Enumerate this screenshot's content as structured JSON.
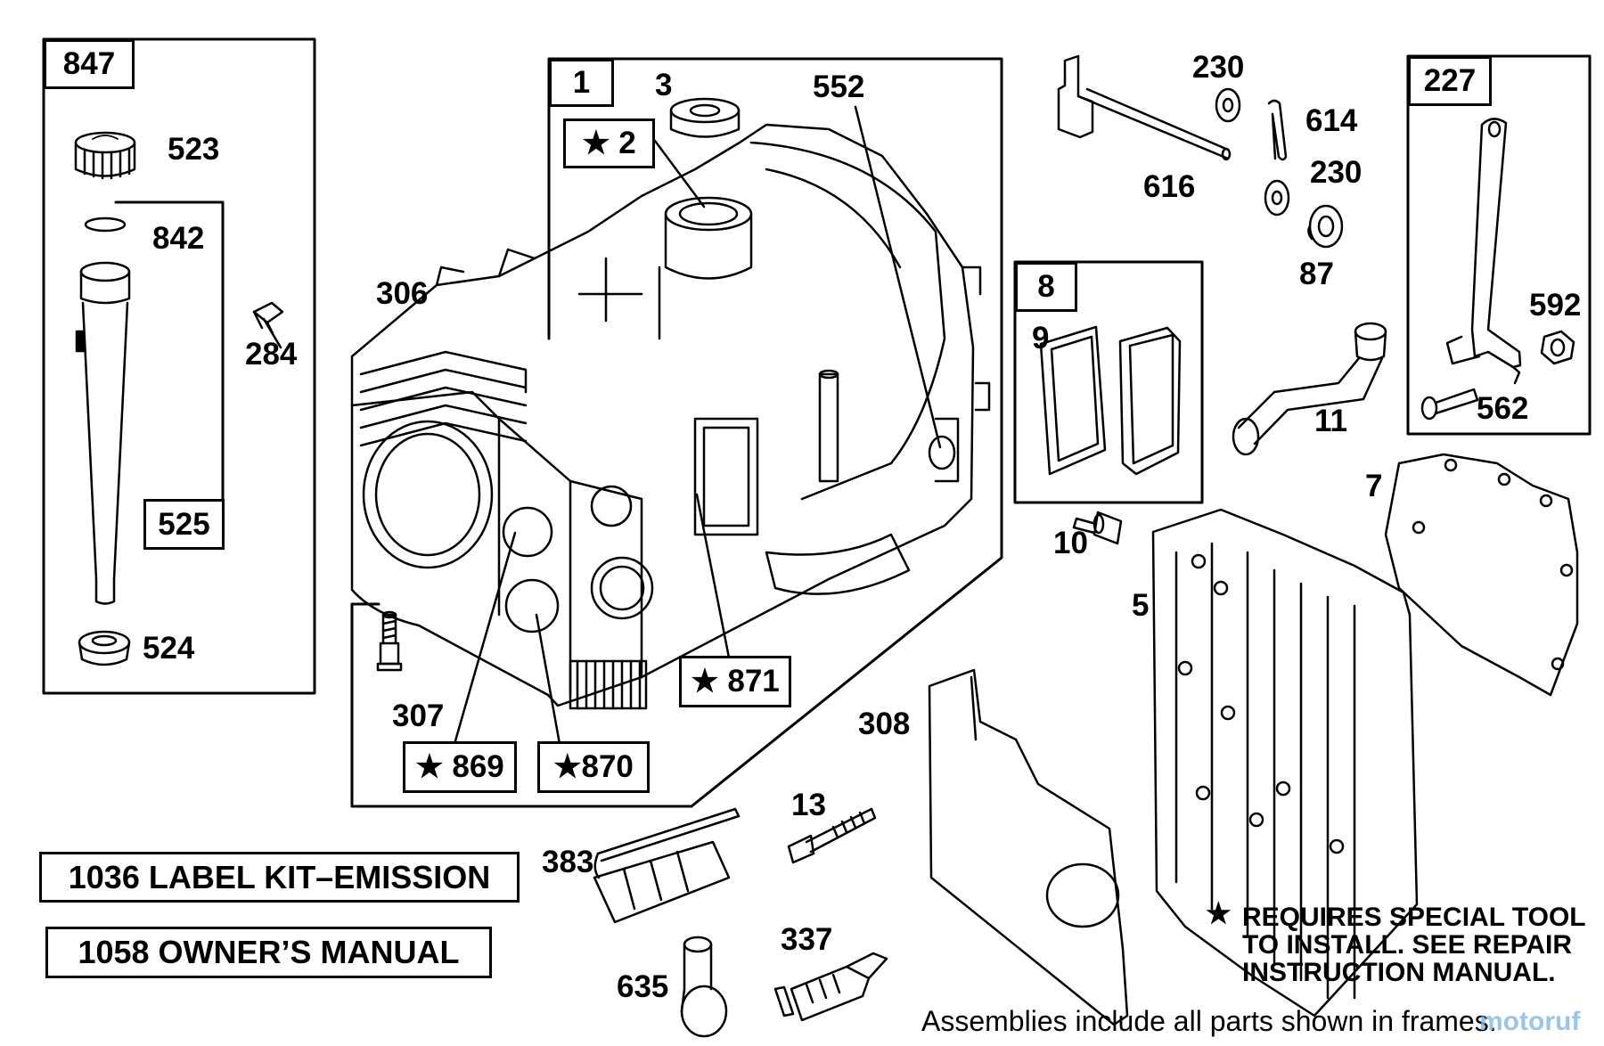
{
  "parts": {
    "p847": "847",
    "p523": "523",
    "p842": "842",
    "p284": "284",
    "p525": "525",
    "p524": "524",
    "p1": "1",
    "p3": "3",
    "p552": "552",
    "p2": "★ 2",
    "p306": "306",
    "p307": "307",
    "p869": "★ 869",
    "p870": "★870",
    "p871": "★ 871",
    "p230a": "230",
    "p614": "614",
    "p616": "616",
    "p230b": "230",
    "p87": "87",
    "p227": "227",
    "p592": "592",
    "p562": "562",
    "p8": "8",
    "p9": "9",
    "p11": "11",
    "p10": "10",
    "p7": "7",
    "p5": "5",
    "p308": "308",
    "p13": "13",
    "p383": "383",
    "p337": "337",
    "p635": "635"
  },
  "kits": {
    "label_kit": "1036 LABEL KIT–EMISSION",
    "owners_manual": "1058 OWNER’S MANUAL"
  },
  "notes": {
    "special_tool_star": "★",
    "special_tool_line1": "REQUIRES SPECIAL TOOL",
    "special_tool_line2": "TO INSTALL.  SEE REPAIR",
    "special_tool_line3": "INSTRUCTION MANUAL.",
    "assemblies": "Assemblies include all parts shown in frames."
  },
  "watermark": "motoruf"
}
